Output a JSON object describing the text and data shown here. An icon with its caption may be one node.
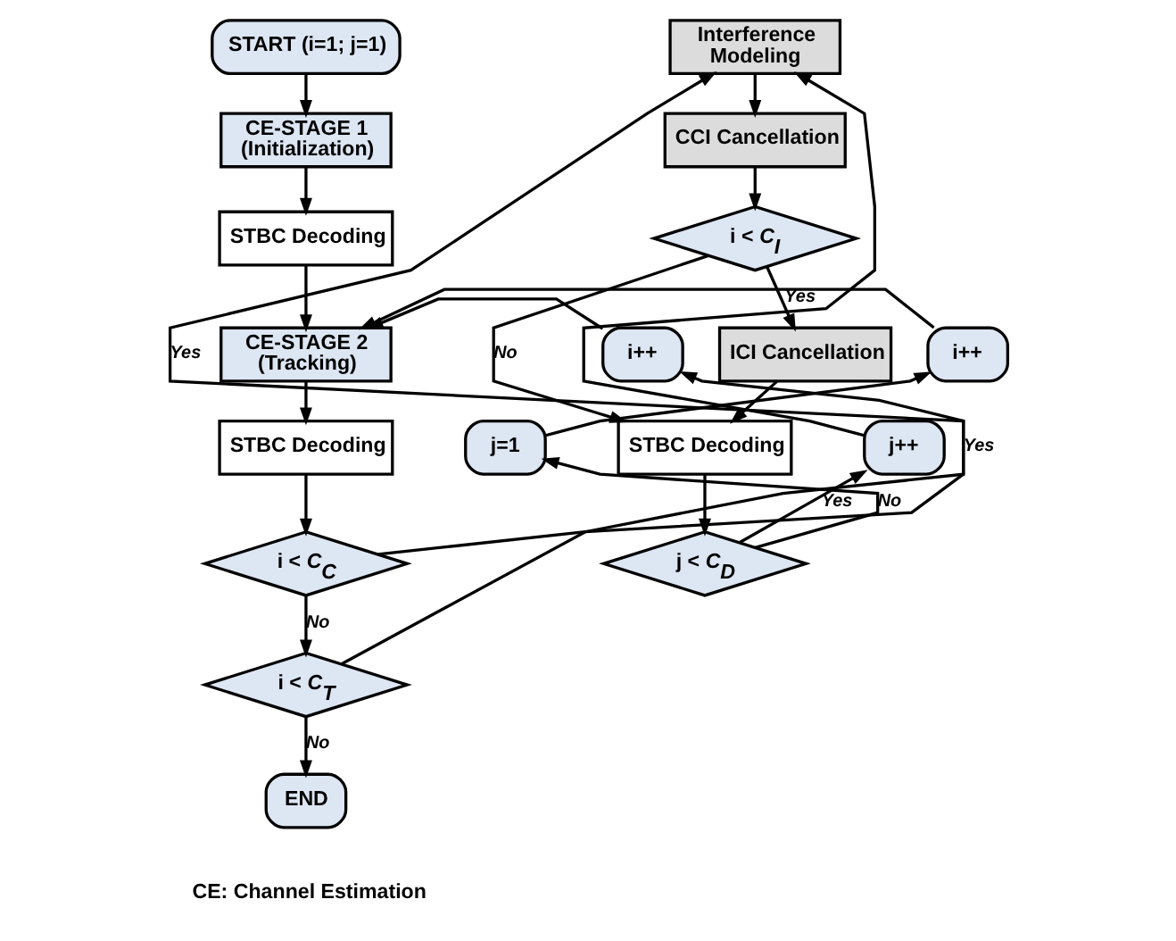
{
  "diagram": {
    "nodes": [
      {
        "text": [
          "START (i=1; j=1)"
        ]
      },
      {
        "text": [
          "CE-STAGE 1 (Initialization)"
        ]
      },
      {
        "text": [
          "STBC Decoding"
        ]
      },
      {
        "text": [
          "i++"
        ]
      },
      {
        "text": [
          "CE-STAGE 2 (Tracking)"
        ]
      },
      {
        "text": [
          "i++"
        ]
      },
      {
        "text": [
          "STBC Decoding"
        ]
      },
      {
        "text": [
          "j=1"
        ]
      },
      {
        "text": [
          "i < *C*$_{C}$"
        ]
      },
      {
        "text": [
          "i < *C*$_{T}$"
        ]
      },
      {
        "text": [
          "END"
        ]
      },
      {
        "text": [
          "Interference Modeling"
        ]
      },
      {
        "text": [
          "CCI Cancellation"
        ]
      },
      {
        "text": [
          "i < *C*$_{I}$"
        ]
      },
      {
        "text": [
          "ICI Cancellation"
        ]
      },
      {
        "text": [
          "STBC Decoding"
        ]
      },
      {
        "text": [
          "j++"
        ]
      },
      {
        "text": [
          "j < *C*$_{D}$"
        ]
      }
    ],
    "edges": [
      {
        "from": 0,
        "to": 1,
        "arrow": "to"
      },
      {
        "from": 1,
        "to": 2,
        "arrow": "to"
      },
      {
        "from": 2,
        "to": 4,
        "arrow": "to"
      },
      {
        "from": 3,
        "to": 4,
        "arrow": "to"
      },
      {
        "from": 5,
        "to": 4,
        "arrow": "to"
      },
      {
        "from": 4,
        "to": 6,
        "arrow": "to"
      },
      {
        "from": 6,
        "to": 8,
        "arrow": "to"
      },
      {
        "from": 8,
        "to": 3,
        "arrow": "to",
        "label": "Yes"
      },
      {
        "from": 8,
        "to": 9,
        "arrow": "to",
        "label": "No"
      },
      {
        "from": 9,
        "to": 10,
        "arrow": "to",
        "label": "No"
      },
      {
        "from": 9,
        "to": 11,
        "arrow": "to",
        "label": "Yes"
      },
      {
        "from": 11,
        "to": 12,
        "arrow": "to"
      },
      {
        "from": 12,
        "to": 13,
        "arrow": "to"
      },
      {
        "from": 13,
        "to": 14,
        "arrow": "to",
        "label": "Yes"
      },
      {
        "from": 13,
        "to": 15,
        "arrow": "to",
        "label": "No"
      },
      {
        "from": 14,
        "to": 15,
        "arrow": "to"
      },
      {
        "from": 15,
        "to": 17,
        "arrow": "to"
      },
      {
        "from": 17,
        "to": 7,
        "arrow": "to",
        "label": "No"
      },
      {
        "from": 7,
        "to": 5,
        "arrow": "to"
      },
      {
        "from": 17,
        "to": 16,
        "arrow": "to",
        "label": "Yes"
      },
      {
        "from": 16,
        "to": 11,
        "arrow": "to"
      }
    ],
    "labels": [
      "CE: Channel Estimation"
    ]
  }
}
